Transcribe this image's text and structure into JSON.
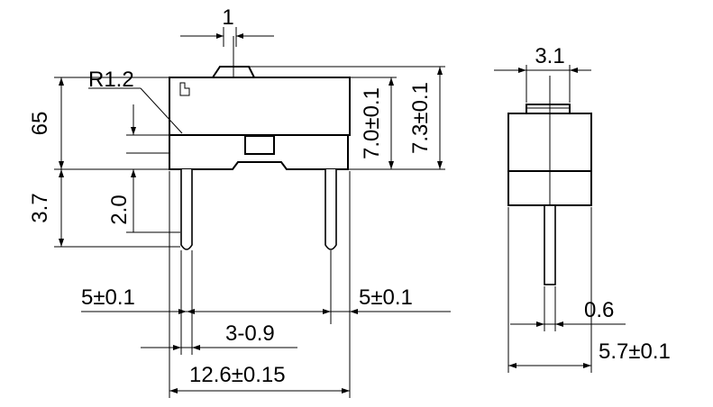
{
  "diagram": {
    "labels": {
      "top_pitch": "1",
      "radius": "R1.2",
      "height_total": "65",
      "height_pin": "3.7",
      "pin_inset": "2.0",
      "side_height_a": "7.0±0.1",
      "side_height_b": "7.3±0.1",
      "left_offset": "5±0.1",
      "right_offset": "5±0.1",
      "pin_dim": "3-0.9",
      "overall_width": "12.6±0.15",
      "side_top_width": "3.1",
      "side_pin_width": "0.6",
      "side_depth": "5.7±0.1"
    },
    "colors": {
      "line": "#000000",
      "background": "#ffffff"
    }
  }
}
